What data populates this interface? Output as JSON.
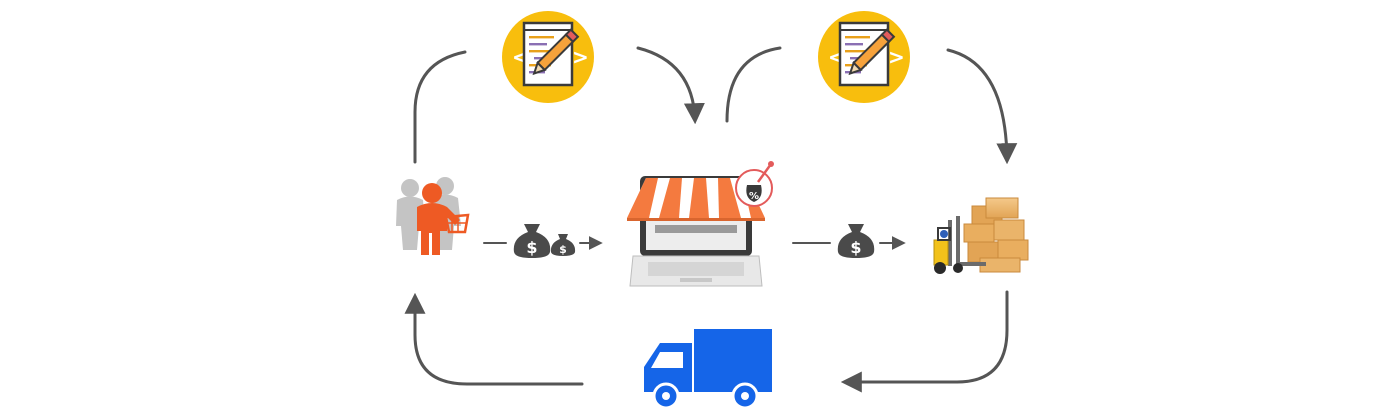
{
  "diagram": {
    "kind": "ecommerce-dropshipping-flow",
    "nodes": [
      {
        "id": "customers",
        "icon": "shoppers-with-basket-icon"
      },
      {
        "id": "online-store",
        "icon": "laptop-storefront-icon"
      },
      {
        "id": "supplier-warehouse",
        "icon": "forklift-boxes-icon"
      },
      {
        "id": "delivery",
        "icon": "delivery-truck-icon"
      },
      {
        "id": "order-document-left",
        "icon": "code-document-pencil-icon"
      },
      {
        "id": "order-document-right",
        "icon": "code-document-pencil-icon"
      }
    ],
    "payments": [
      {
        "from": "customers",
        "to": "online-store",
        "icon": "money-bags-icon",
        "symbol": "$"
      },
      {
        "from": "online-store",
        "to": "supplier-warehouse",
        "icon": "money-bag-icon",
        "symbol": "$"
      }
    ],
    "store_badge": {
      "icon": "discount-tag-icon",
      "symbol": "%"
    },
    "colors": {
      "arrow": "#555555",
      "document_circle": "#F8BE0D",
      "customer_accent": "#EE5A24",
      "customer_gray": "#BDBDBD",
      "awning_orange": "#F47A3F",
      "money_bag": "#4A4A4A",
      "truck": "#1565E8",
      "box": "#E9AE5F"
    }
  }
}
